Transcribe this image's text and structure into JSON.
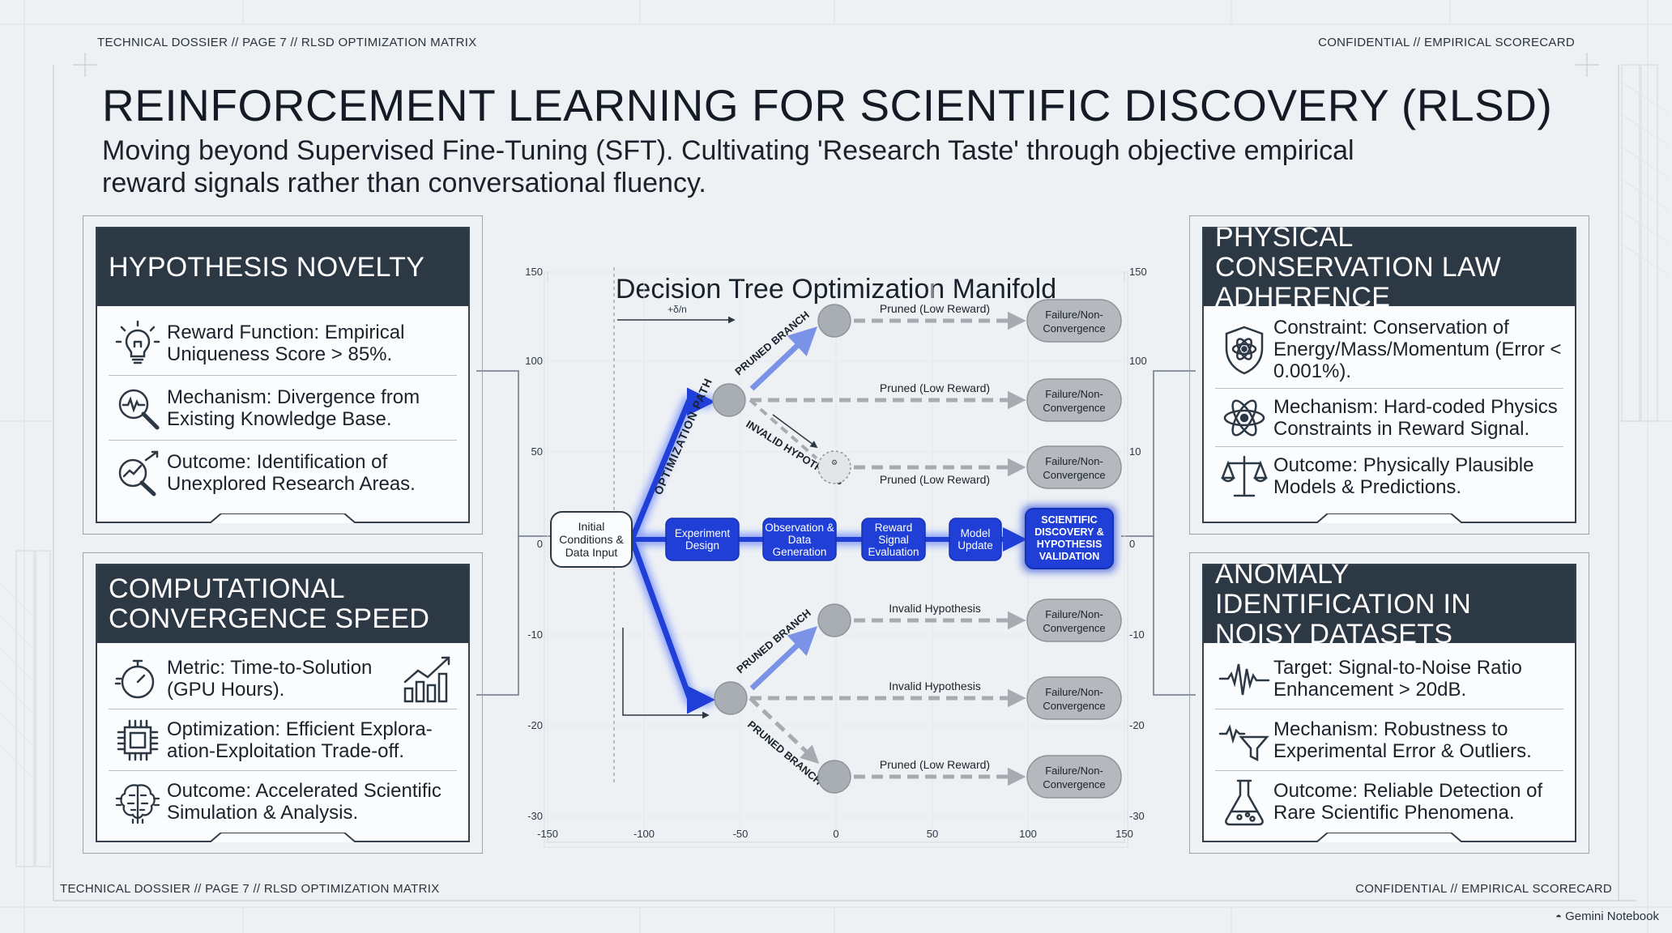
{
  "header": {
    "left": "TECHNICAL DOSSIER // PAGE 7 // RLSD OPTIMIZATION MATRIX",
    "right": "CONFIDENTIAL // EMPIRICAL SCORECARD"
  },
  "footer": {
    "left": "TECHNICAL DOSSIER // PAGE 7 // RLSD OPTIMIZATION MATRIX",
    "right": "CONFIDENTIAL // EMPIRICAL SCORECARD",
    "brand": "Gemini Notebook"
  },
  "title": "REINFORCEMENT LEARNING FOR SCIENTIFIC DISCOVERY (RLSD)",
  "subtitle": "Moving beyond Supervised Fine-Tuning (SFT). Cultivating 'Research Taste' through objective empirical reward signals rather than conversational fluency.",
  "cards": {
    "novelty": {
      "title": "HYPOTHESIS NOVELTY",
      "rows": [
        {
          "icon": "lightbulb-icon",
          "text": "Reward Function: Empirical Uniqueness Score > 85%."
        },
        {
          "icon": "magnifier-pulse-icon",
          "text": "Mechanism: Divergence from Existing Knowledge Base."
        },
        {
          "icon": "magnifier-trend-icon",
          "text": "Outcome: Identification of Unexplored Research Areas."
        }
      ]
    },
    "convergence": {
      "title": "COMPUTATIONAL CONVERGENCE SPEED",
      "rows": [
        {
          "icon": "stopwatch-icon",
          "text": "Metric: Time-to-Solution (GPU Hours)."
        },
        {
          "icon": "chip-icon",
          "text": "Optimization: Efficient Explora-ation-Exploitation Trade-off."
        },
        {
          "icon": "brain-circuit-icon",
          "text": "Outcome: Accelerated Scientific Simulation & Analysis."
        }
      ]
    },
    "conservation": {
      "title": "PHYSICAL CONSERVATION LAW ADHERENCE",
      "rows": [
        {
          "icon": "shield-atom-icon",
          "text": "Constraint: Conservation of Energy/Mass/Momentum (Error < 0.001%)."
        },
        {
          "icon": "atom-icon",
          "text": "Mechanism: Hard-coded Physics Constraints in Reward Signal."
        },
        {
          "icon": "balance-scale-icon",
          "text": "Outcome: Physically Plausible Models & Predictions."
        }
      ]
    },
    "anomaly": {
      "title": "ANOMALY IDENTIFICATION IN NOISY DATASETS",
      "rows": [
        {
          "icon": "waveform-icon",
          "text": "Target: Signal-to-Noise Ratio Enhancement > 20dB."
        },
        {
          "icon": "filter-icon",
          "text": "Mechanism: Robustness to Experimental Error & Outliers."
        },
        {
          "icon": "flask-icon",
          "text": "Outcome: Reliable Detection of Rare Scientific Phenomena."
        }
      ]
    }
  },
  "diagram": {
    "title": "Decision Tree Optimization Manifold",
    "x_ticks": [
      "-150",
      "-100",
      "-50",
      "0",
      "50",
      "100",
      "150"
    ],
    "y_ticks_left": [
      "150",
      "100",
      "50",
      "0",
      "-10",
      "-20",
      "-30"
    ],
    "y_ticks_right": [
      "150",
      "100",
      "10",
      "0",
      "-10",
      "-20",
      "-30"
    ],
    "start_node": "Initial Conditions & Data Input",
    "pipeline": [
      "Experiment Design",
      "Observation & Data Generation",
      "Reward Signal Evaluation",
      "Model Update"
    ],
    "goal_node": "SCIENTIFIC DISCOVERY & HYPOTHESIS VALIDATION",
    "failure_label": "Failure/Non-Convergence",
    "branch_labels": {
      "pruned_low": "Pruned (Low Reward)",
      "invalid": "Invalid Hypothesis",
      "pruned_branch": "PRUNED BRANCH",
      "optimization_path": "OPTIMIZATION PATH",
      "invalid_hypothesis": "INVALID HYPOTHESIS",
      "delta": "+δ/n"
    },
    "colors": {
      "accent": "#1f3fd6",
      "dark": "#2d3845",
      "node": "#a9aeb4",
      "fail": "#b5b9be"
    }
  }
}
